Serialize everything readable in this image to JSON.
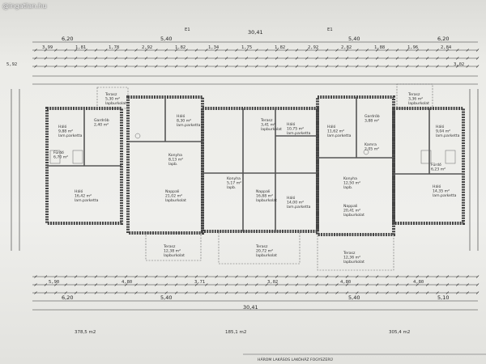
{
  "watermark": "@ingatlan.hu",
  "top_dims": {
    "row1": [
      "6,20",
      "5,40",
      "30,41",
      "5,40",
      "6,20"
    ],
    "row2": [
      "3,99",
      "1,81",
      "1,78",
      "2,92",
      "1,82",
      "1,34",
      "1,75",
      "1,82",
      "2,92",
      "2,82",
      "1,88",
      "1,96",
      "2,84"
    ],
    "row3_left": "5,92",
    "row3_right": "3,02",
    "marks": [
      "E1",
      "E1"
    ]
  },
  "rooms": [
    {
      "name": "Terasz",
      "area": "5,30 m²",
      "floor": "lapburkolat"
    },
    {
      "name": "Háló",
      "area": "9,88 m²",
      "floor": "lam.parketta"
    },
    {
      "name": "Gardrób",
      "area": "2,40 m²",
      "floor": ""
    },
    {
      "name": "Háló",
      "area": "8,30 m²",
      "floor": "lam.parketta"
    },
    {
      "name": "Fürdő",
      "area": "6,70 m²",
      "floor": ""
    },
    {
      "name": "Konyha",
      "area": "8,13 m²",
      "floor": "lapb."
    },
    {
      "name": "Háló",
      "area": "16,42 m²",
      "floor": "lam.parketta"
    },
    {
      "name": "Nappali",
      "area": "21,02 m²",
      "floor": "lapburkolat"
    },
    {
      "name": "Terasz",
      "area": "3,41 m²",
      "floor": "lapburkolat"
    },
    {
      "name": "Háló",
      "area": "10,75 m²",
      "floor": "lam.parketta"
    },
    {
      "name": "Konyha",
      "area": "5,17 m²",
      "floor": "lapb."
    },
    {
      "name": "Nappali",
      "area": "16,88 m²",
      "floor": "lapburkolat"
    },
    {
      "name": "Háló",
      "area": "14,00 m²",
      "floor": "lam.parketta"
    },
    {
      "name": "Terasz",
      "area": "12,38 m²",
      "floor": "lapburkolat"
    },
    {
      "name": "Terasz",
      "area": "20,72 m²",
      "floor": "lapburkolat"
    },
    {
      "name": "Háló",
      "area": "11,62 m²",
      "floor": "lam.parketta"
    },
    {
      "name": "Gardrób",
      "area": "3,88 m²",
      "floor": ""
    },
    {
      "name": "Kamra",
      "area": "2,05 m²",
      "floor": ""
    },
    {
      "name": "Konyha",
      "area": "12,50 m²",
      "floor": "lapb."
    },
    {
      "name": "Nappali",
      "area": "20,41 m²",
      "floor": "lapburkolat"
    },
    {
      "name": "Háló",
      "area": "9,04 m²",
      "floor": "lam.parketta"
    },
    {
      "name": "Fürdő",
      "area": "6,23 m²",
      "floor": ""
    },
    {
      "name": "Háló",
      "area": "14,35 m²",
      "floor": "lam.parketta"
    },
    {
      "name": "Terasz",
      "area": "12,36 m²",
      "floor": "lapburkolat"
    },
    {
      "name": "Terasz",
      "area": "3,36 m²",
      "floor": "lapburkolat"
    }
  ],
  "bottom_dims": {
    "row1": [
      "6,20",
      "5,40",
      "30,41",
      "5,40",
      "5,10"
    ],
    "row2": [
      "5,90",
      "4,80",
      "3,71",
      "3,02",
      "4,80",
      "4,80"
    ]
  },
  "totals": [
    "378,5 m2",
    "185,1 m2",
    "305,4 m2"
  ],
  "title_block": "HÁROM LAKÁSOS LAKÓHÁZ FOGYSZERŰ"
}
